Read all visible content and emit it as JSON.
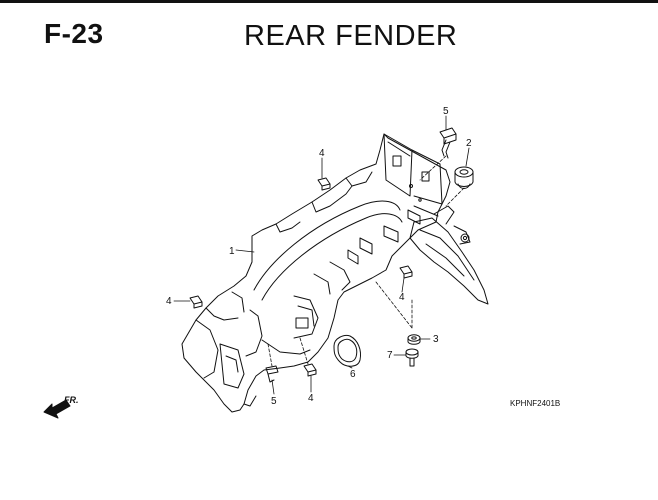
{
  "header": {
    "section_code": "F-23",
    "title": "REAR FENDER"
  },
  "labels": [
    "1",
    "2",
    "3",
    "4",
    "4",
    "4",
    "4",
    "5",
    "5",
    "6",
    "7"
  ],
  "catalog_code": "KPHNF2401B",
  "direction_label": "FR."
}
